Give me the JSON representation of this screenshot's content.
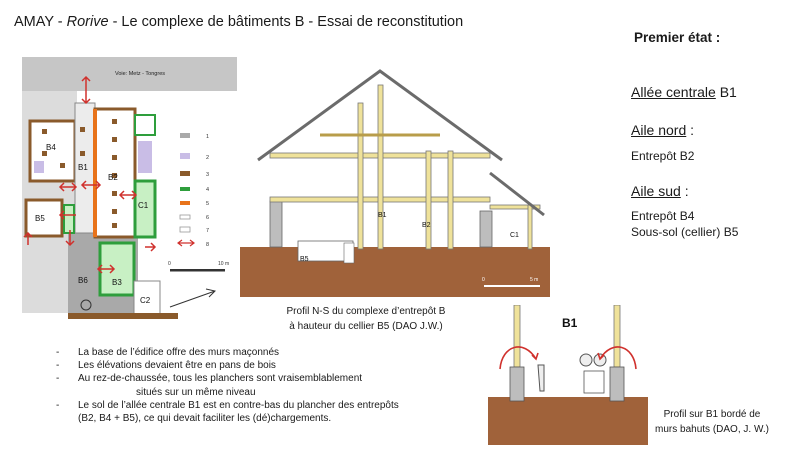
{
  "title": {
    "prefix": "AMAY - ",
    "italic": "Rorive",
    "suffix": "  - Le complexe de bâtiments B - Essai de reconstitution"
  },
  "right_panel": {
    "heading": "Premier état :",
    "sections": [
      {
        "title_underlined": "Allée centrale",
        "title_rest": " B1",
        "items": []
      },
      {
        "title_underlined": "Aile nord",
        "title_rest": " :",
        "items": [
          "Entrepôt B2"
        ]
      },
      {
        "title_underlined": "Aile sud",
        "title_rest": " :",
        "items": [
          "Entrepôt B4",
          "Sous-sol (cellier) B5"
        ]
      }
    ]
  },
  "plan": {
    "road_label": "Voie: Metz - Tongres",
    "room_labels": [
      "B4",
      "B1",
      "B2",
      "C1",
      "B5",
      "B6",
      "B3",
      "C2"
    ],
    "legend_numbers": [
      "1",
      "2",
      "3",
      "4",
      "5",
      "6",
      "7",
      "8"
    ],
    "scale_label": "10 m",
    "scale_zero": "0"
  },
  "profile": {
    "labels": [
      "B1",
      "B2",
      "C1",
      "B5"
    ],
    "scale_zero": "0",
    "scale_label": "5 m",
    "caption_line1": "Profil N-S du complexe d’entrepôt B",
    "caption_line2": "à hauteur du cellier B5 (DAO J.W.)"
  },
  "detail": {
    "label": "B1",
    "caption_line1": "Profil sur B1 bordé de",
    "caption_line2": "murs bahuts (DAO, J. W.)"
  },
  "bullets": [
    "La base de l’édifice offre des murs maçonnés",
    "Les élévations devaient être en pans de bois",
    "Au rez-de-chaussée, tous les planchers sont vraisemblablement",
    "situés sur un même niveau",
    "Le sol de l’allée centrale B1 est en contre-bas du plancher des entrepôts",
    "(B2, B4 + B5), ce qui devait faciliter les (dé)chargements."
  ],
  "colors": {
    "wall_grey": "#a9a9a9",
    "road_grey": "#c6c6c6",
    "lilac": "#c9bde6",
    "brown": "#8a5a2b",
    "green": "#2e9e3c",
    "light_green": "#c8f0c4",
    "orange": "#e8731a",
    "red": "#d0312d",
    "beam": "#efe29a",
    "soil": "#a0623a",
    "pillar": "#bdbdbd"
  }
}
